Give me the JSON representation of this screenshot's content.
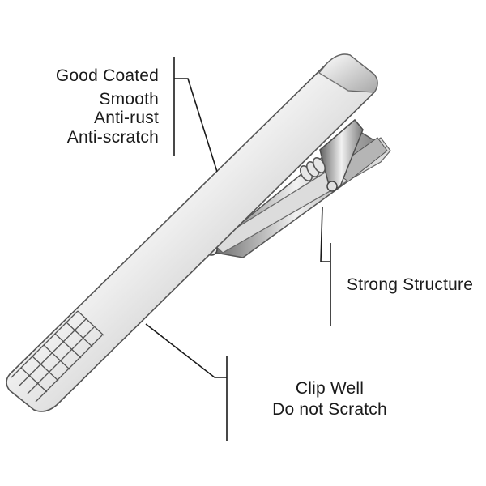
{
  "callouts": {
    "coating": {
      "lines": [
        "Good Coated",
        "Smooth",
        "Anti-rust",
        "Anti-scratch"
      ]
    },
    "structure": {
      "lines": [
        "Strong Structure"
      ]
    },
    "clip": {
      "lines": [
        "Clip Well",
        "Do not Scratch"
      ]
    }
  },
  "colors": {
    "text": "#1a1a1a",
    "leader_line": "#1a1a1a",
    "metal_light": "#f4f4f4",
    "metal_mid": "#c9c9c9",
    "metal_dark": "#6e6e6e"
  }
}
